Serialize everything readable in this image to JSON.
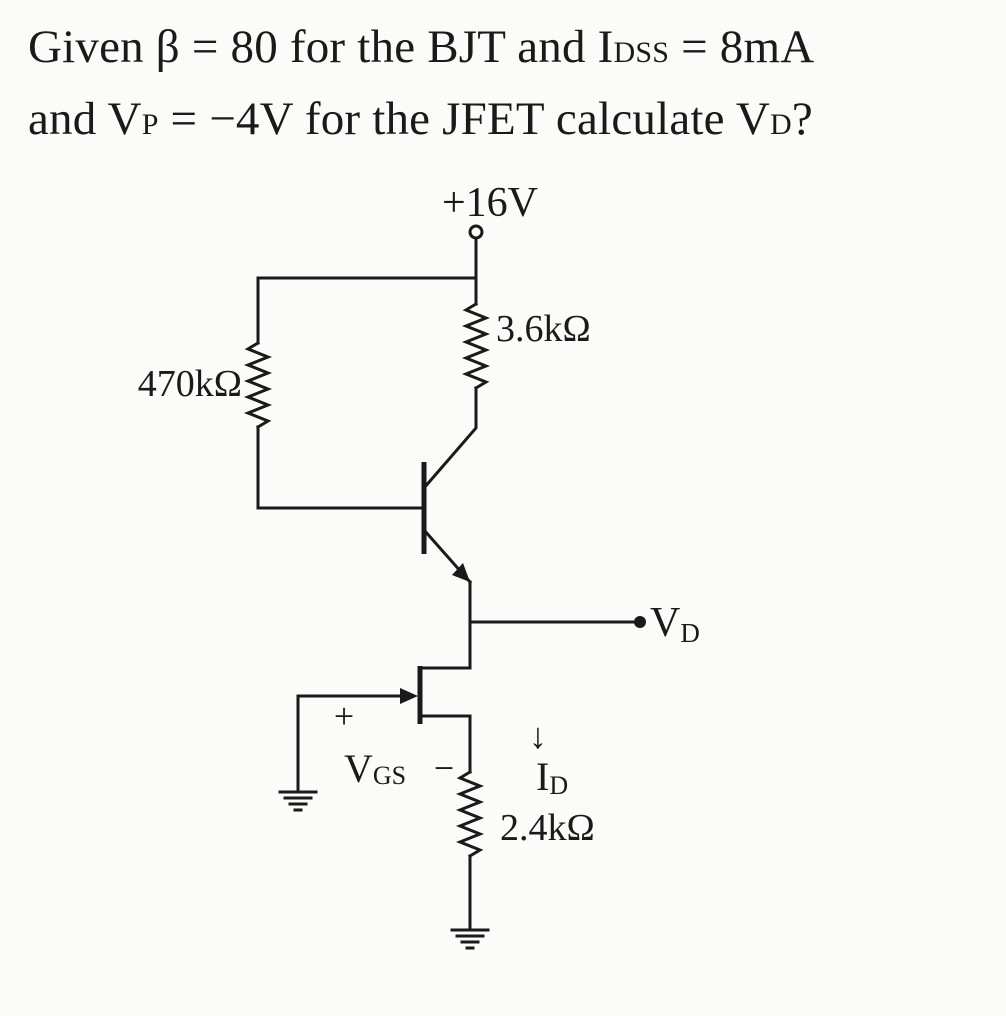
{
  "question": {
    "line1": {
      "given": "Given β = 80 for the BJT and I",
      "idss_sub": "DSS",
      "tail": " = 8mA"
    },
    "line2": {
      "prefix": "and V",
      "vp_sub": "P",
      "mid": " = −4V for the JFET calculate V",
      "vd_sub": "D",
      "tail": "?"
    }
  },
  "circuit": {
    "supply_label": "+16V",
    "r_base_label": "470kΩ",
    "r_collector_label": "3.6kΩ",
    "r_source_label": "2.4kΩ",
    "vd_label": "V",
    "vd_sub": "D",
    "vgs_plus": "+",
    "vgs_label": "V",
    "vgs_sub": "GS",
    "vgs_minus": "−",
    "id_label": "I",
    "id_sub": "D",
    "id_arrow": "↓"
  }
}
